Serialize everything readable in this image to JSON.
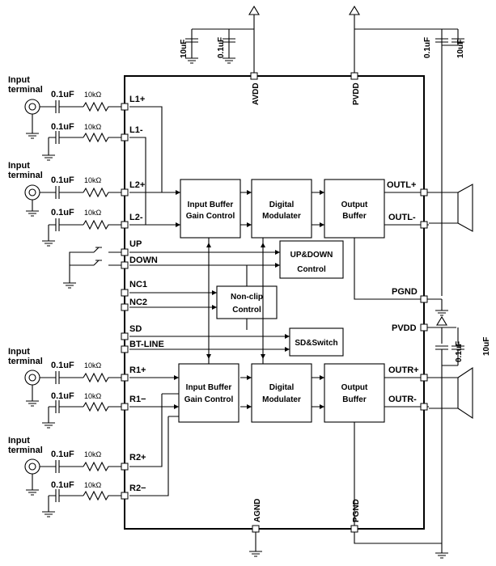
{
  "diagram": {
    "left_inputs": [
      {
        "pin": "L1+",
        "input_label_1": "Input",
        "input_label_2": "terminal",
        "cap": "0.1uF",
        "res": "10kΩ"
      },
      {
        "pin": "L1-",
        "cap": "0.1uF",
        "res": "10kΩ"
      },
      {
        "pin": "L2+",
        "input_label_1": "Input",
        "input_label_2": "terminal",
        "cap": "0.1uF",
        "res": "10kΩ"
      },
      {
        "pin": "L2-",
        "cap": "0.1uF",
        "res": "10kΩ"
      },
      {
        "pin": "R1+",
        "input_label_1": "Input",
        "input_label_2": "terminal",
        "cap": "0.1uF",
        "res": "10kΩ"
      },
      {
        "pin": "R1−",
        "cap": "0.1uF",
        "res": "10kΩ"
      },
      {
        "pin": "R2+",
        "input_label_1": "Input",
        "input_label_2": "terminal",
        "cap": "0.1uF",
        "res": "10kΩ"
      },
      {
        "pin": "R2−",
        "cap": "0.1uF",
        "res": "10kΩ"
      }
    ],
    "control_pins": {
      "up": "UP",
      "down": "DOWN",
      "nc1": "NC1",
      "nc2": "NC2",
      "sd": "SD",
      "bt": "BT-LINE"
    },
    "blocks": {
      "ibgc_l_1": "Input Buffer",
      "ibgc_l_2": "Gain Control",
      "dm_l_1": "Digital",
      "dm_l_2": "Modulater",
      "ob_l_1": "Output",
      "ob_l_2": "Buffer",
      "ibgc_r_1": "Input Buffer",
      "ibgc_r_2": "Gain Control",
      "dm_r_1": "Digital",
      "dm_r_2": "Modulater",
      "ob_r_1": "Output",
      "ob_r_2": "Buffer",
      "updown_1": "UP&DOWN",
      "updown_2": "Control",
      "nonclip_1": "Non-clip",
      "nonclip_2": "Control",
      "sdswitch": "SD&Switch"
    },
    "power_pins": {
      "avdd": "AVDD",
      "pvdd_top": "PVDD",
      "pgnd_mid": "PGND",
      "pvdd_mid": "PVDD",
      "agnd": "AGND",
      "pgnd_bot": "PGND"
    },
    "output_pins": {
      "outl_p": "OUTL+",
      "outl_n": "OUTL-",
      "outr_p": "OUTR+",
      "outr_n": "OUTR-"
    },
    "caps_top_left": [
      "10uF",
      "0.1uF"
    ],
    "caps_top_right": [
      "0.1uF",
      "10uF"
    ],
    "caps_mid_right": [
      "0.1uF",
      "10uF"
    ]
  }
}
